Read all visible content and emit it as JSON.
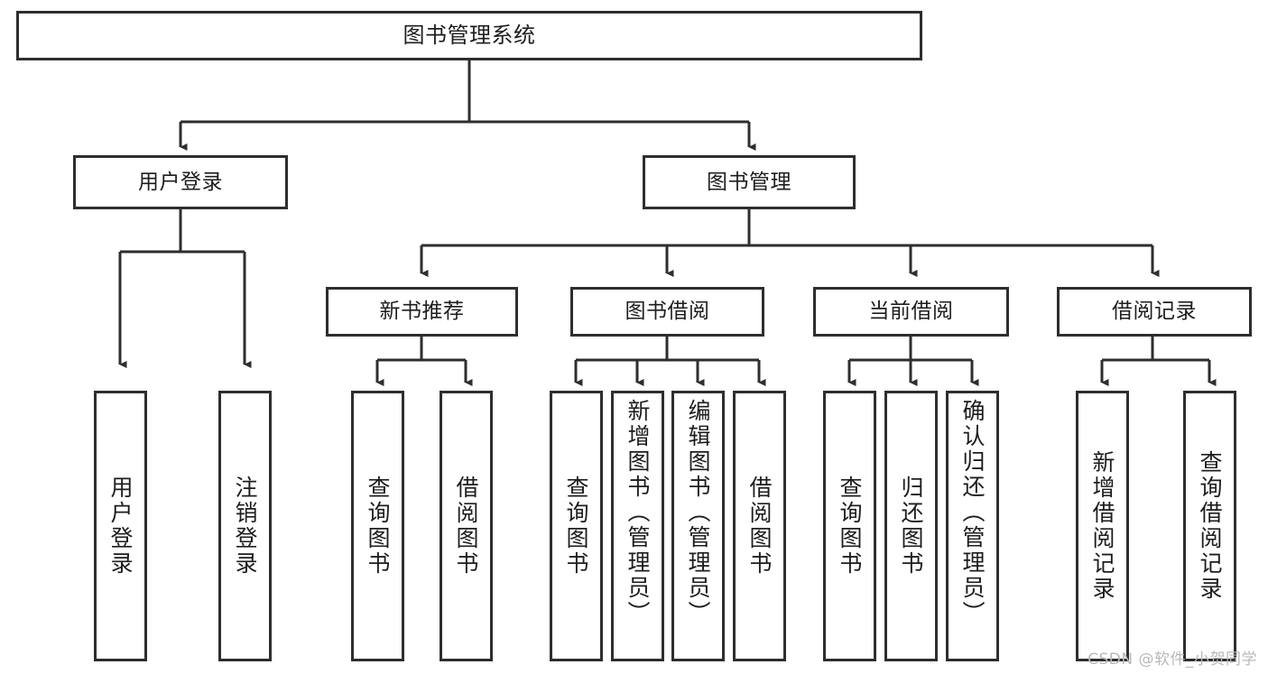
{
  "diagram": {
    "title": "图书管理系统",
    "type": "tree",
    "watermark": "CSDN @软件_小贺同学",
    "colors": {
      "border": "#2e2e2e",
      "text": "#1d1d1d",
      "background": "#ffffff",
      "connector": "#2e2e2e",
      "watermark": "#b9b9b9"
    },
    "root": {
      "label": "图书管理系统"
    },
    "level2": [
      {
        "label": "用户登录"
      },
      {
        "label": "图书管理"
      }
    ],
    "level3": [
      {
        "label": "新书推荐"
      },
      {
        "label": "图书借阅"
      },
      {
        "label": "当前借阅"
      },
      {
        "label": "借阅记录"
      }
    ],
    "leaves": {
      "user_login": [
        {
          "label": "用户登录"
        },
        {
          "label": "注销登录"
        }
      ],
      "new_book_recommend": [
        {
          "label": "查询图书"
        },
        {
          "label": "借阅图书"
        }
      ],
      "book_borrow": [
        {
          "label": "查询图书"
        },
        {
          "label": "新增图书（管理员）"
        },
        {
          "label": "编辑图书（管理员）"
        },
        {
          "label": "借阅图书"
        }
      ],
      "current_borrow": [
        {
          "label": "查询图书"
        },
        {
          "label": "归还图书"
        },
        {
          "label": "确认归还（管理员）"
        }
      ],
      "borrow_record": [
        {
          "label": "新增借阅记录"
        },
        {
          "label": "查询借阅记录"
        }
      ]
    }
  },
  "chart_data": {
    "type": "table",
    "title": "图书管理系统 功能结构图",
    "nodes": [
      {
        "id": "root",
        "label": "图书管理系统",
        "level": 1,
        "parent": null
      },
      {
        "id": "n-user-login",
        "label": "用户登录",
        "level": 2,
        "parent": "root"
      },
      {
        "id": "n-book-mgmt",
        "label": "图书管理",
        "level": 2,
        "parent": "root"
      },
      {
        "id": "n-new-book",
        "label": "新书推荐",
        "level": 3,
        "parent": "n-book-mgmt"
      },
      {
        "id": "n-book-borrow",
        "label": "图书借阅",
        "level": 3,
        "parent": "n-book-mgmt"
      },
      {
        "id": "n-current-borrow",
        "label": "当前借阅",
        "level": 3,
        "parent": "n-book-mgmt"
      },
      {
        "id": "n-borrow-record",
        "label": "借阅记录",
        "level": 3,
        "parent": "n-book-mgmt"
      },
      {
        "id": "l-user-login",
        "label": "用户登录",
        "level": 4,
        "parent": "n-user-login"
      },
      {
        "id": "l-logout",
        "label": "注销登录",
        "level": 4,
        "parent": "n-user-login"
      },
      {
        "id": "l-nb-query",
        "label": "查询图书",
        "level": 4,
        "parent": "n-new-book"
      },
      {
        "id": "l-nb-borrow",
        "label": "借阅图书",
        "level": 4,
        "parent": "n-new-book"
      },
      {
        "id": "l-bb-query",
        "label": "查询图书",
        "level": 4,
        "parent": "n-book-borrow"
      },
      {
        "id": "l-bb-add",
        "label": "新增图书（管理员）",
        "level": 4,
        "parent": "n-book-borrow"
      },
      {
        "id": "l-bb-edit",
        "label": "编辑图书（管理员）",
        "level": 4,
        "parent": "n-book-borrow"
      },
      {
        "id": "l-bb-borrow",
        "label": "借阅图书",
        "level": 4,
        "parent": "n-book-borrow"
      },
      {
        "id": "l-cb-query",
        "label": "查询图书",
        "level": 4,
        "parent": "n-current-borrow"
      },
      {
        "id": "l-cb-return",
        "label": "归还图书",
        "level": 4,
        "parent": "n-current-borrow"
      },
      {
        "id": "l-cb-confirm",
        "label": "确认归还（管理员）",
        "level": 4,
        "parent": "n-current-borrow"
      },
      {
        "id": "l-br-add",
        "label": "新增借阅记录",
        "level": 4,
        "parent": "n-borrow-record"
      },
      {
        "id": "l-br-query",
        "label": "查询借阅记录",
        "level": 4,
        "parent": "n-borrow-record"
      }
    ]
  }
}
